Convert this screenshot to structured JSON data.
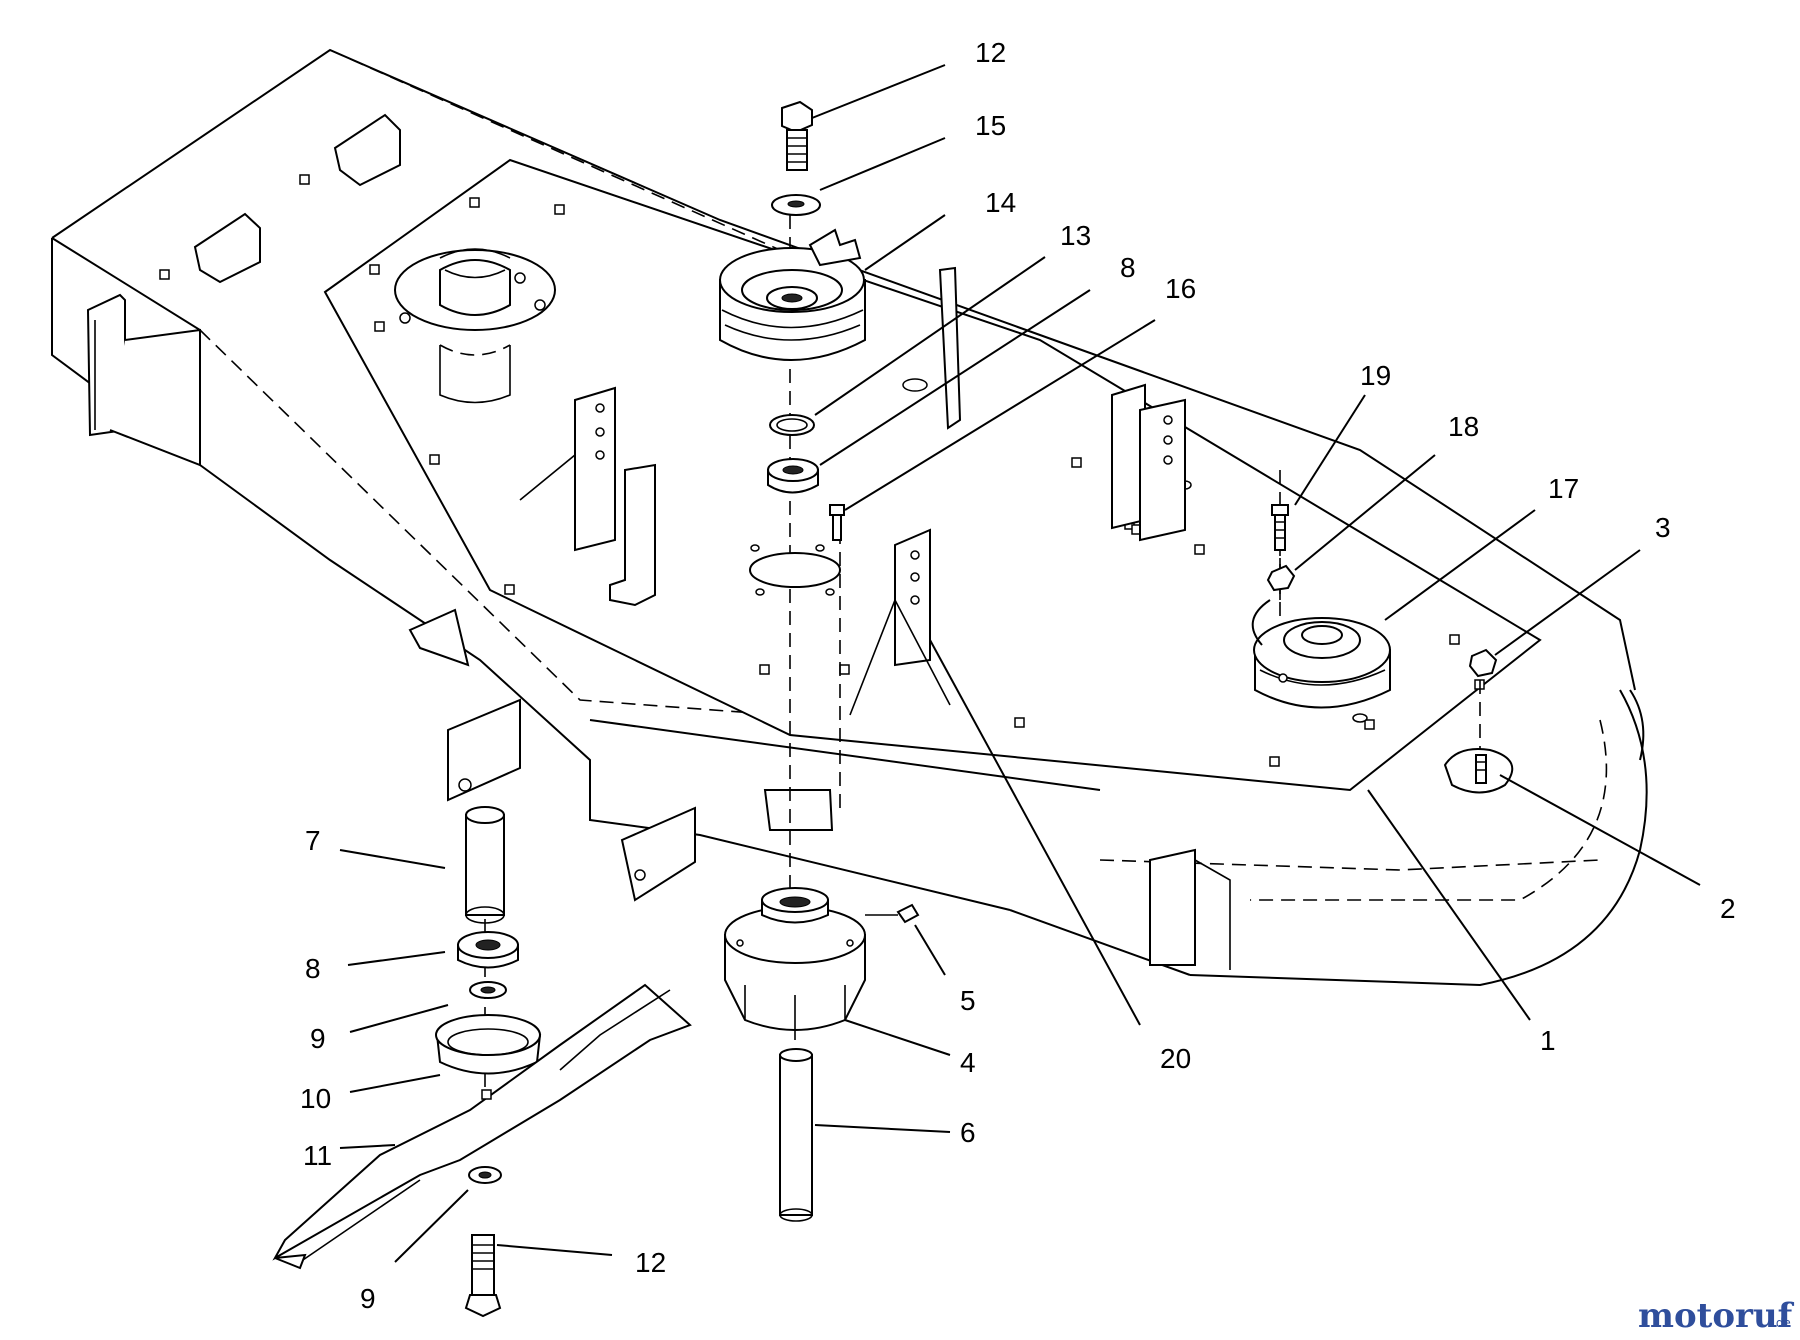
{
  "callouts": [
    {
      "id": "c12a",
      "text": "12"
    },
    {
      "id": "c15",
      "text": "15"
    },
    {
      "id": "c14",
      "text": "14"
    },
    {
      "id": "c13",
      "text": "13"
    },
    {
      "id": "c8a",
      "text": "8"
    },
    {
      "id": "c16",
      "text": "16"
    },
    {
      "id": "c19",
      "text": "19"
    },
    {
      "id": "c18",
      "text": "18"
    },
    {
      "id": "c17",
      "text": "17"
    },
    {
      "id": "c3",
      "text": "3"
    },
    {
      "id": "c2",
      "text": "2"
    },
    {
      "id": "c1",
      "text": "1"
    },
    {
      "id": "c20",
      "text": "20"
    },
    {
      "id": "c5",
      "text": "5"
    },
    {
      "id": "c4",
      "text": "4"
    },
    {
      "id": "c6",
      "text": "6"
    },
    {
      "id": "c7",
      "text": "7"
    },
    {
      "id": "c8b",
      "text": "8"
    },
    {
      "id": "c9a",
      "text": "9"
    },
    {
      "id": "c10",
      "text": "10"
    },
    {
      "id": "c11",
      "text": "11"
    },
    {
      "id": "c12b",
      "text": "12"
    },
    {
      "id": "c9b",
      "text": "9"
    }
  ],
  "watermark": {
    "main": "motoruf",
    "suffix": ".de",
    "main_color": "#2f4e9c",
    "accent_color": "#c0392b"
  }
}
